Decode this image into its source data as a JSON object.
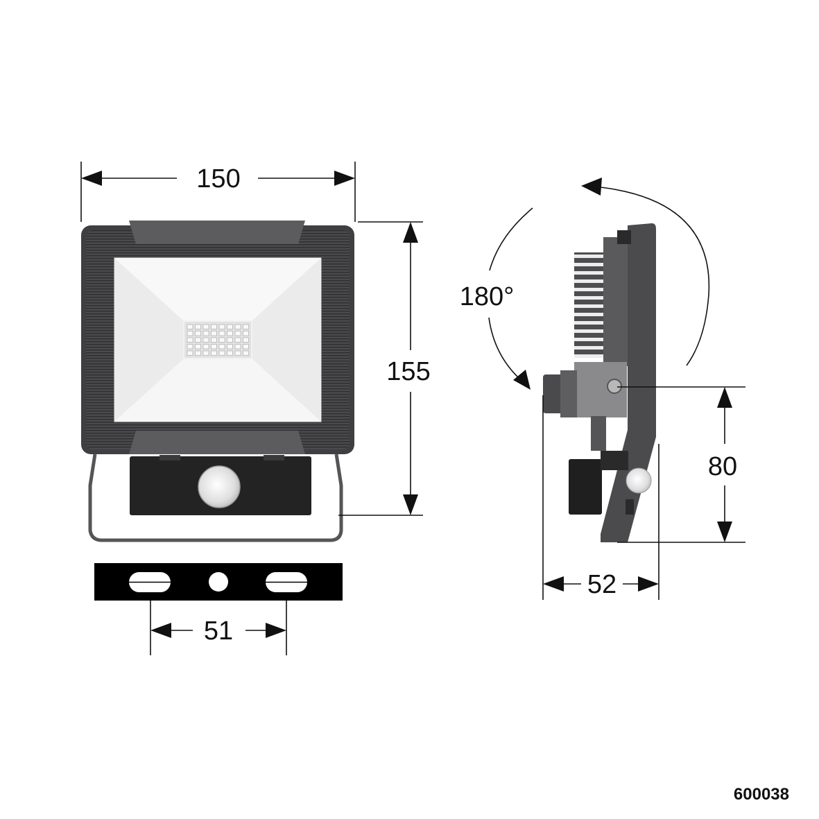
{
  "dimensions": {
    "width": "150",
    "height": "155",
    "sensor_height": "80",
    "depth": "52",
    "mount_spacing": "51",
    "rotation": "180°"
  },
  "product_code": "600038",
  "colors": {
    "housing": "#5c5c5e",
    "housing_dark": "#3a3a3c",
    "diffuser": "#f4f4f4",
    "sensor_box": "#2b2b2b",
    "bracket": "#111111"
  }
}
